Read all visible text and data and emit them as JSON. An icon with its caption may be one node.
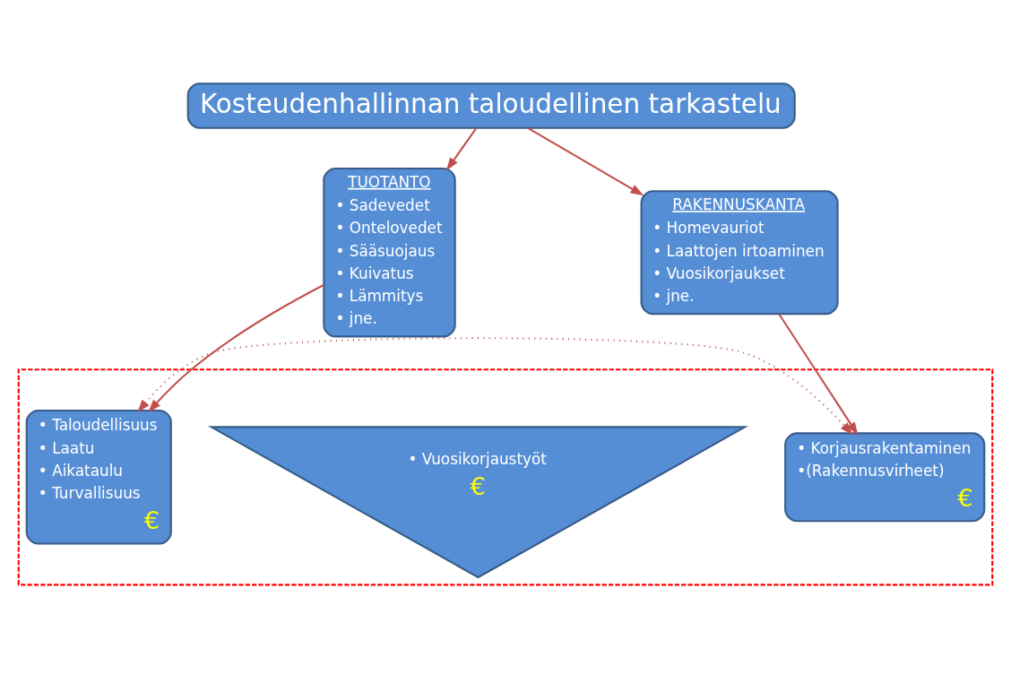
{
  "diagram": {
    "nodes": [
      {
        "text": [
          "Kosteudenhallinnan taloudellinen tarkastelu"
        ]
      },
      {
        "text": [
          "TUOTANTO",
          "• Sadevedet",
          "• Ontelovedet",
          "• Sääsuojaus",
          "• Kuivatus",
          "• Lämmitys",
          "• jne."
        ]
      },
      {
        "text": [
          "RAKENNUSKANTA",
          "• Homevauriot",
          "• Laattojen irtoaminen",
          "• Vuosikorjaukset",
          "• jne."
        ]
      },
      {
        "text": [],
        "shape": "box"
      },
      {
        "text": [
          "• Taloudellisuus",
          "• Laatu",
          "• Aikataulu",
          "• Turvallisuus",
          "€"
        ],
        "in": 3
      },
      {
        "text": [
          "• Vuosikorjaustyöt",
          "€"
        ],
        "in": 3
      },
      {
        "text": [
          "• Korjausrakentaminen",
          "•(Rakennusvirheet)",
          "€"
        ],
        "in": 3
      }
    ],
    "edges": [
      {
        "from": 0,
        "to": 1,
        "arrow": "to"
      },
      {
        "from": 0,
        "to": 2,
        "arrow": "to"
      },
      {
        "from": 1,
        "to": 4,
        "arrow": "to"
      },
      {
        "from": 2,
        "to": 6,
        "arrow": "to"
      },
      {
        "from": 4,
        "to": 6,
        "arrow": "both",
        "style": "dashed"
      }
    ]
  }
}
